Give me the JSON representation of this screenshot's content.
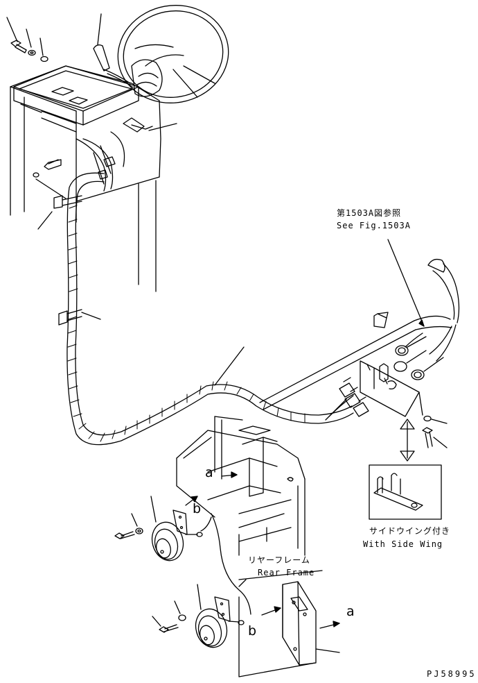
{
  "callouts": {
    "see_fig_jp": "第1503A図参照",
    "see_fig_en": "See Fig.1503A",
    "side_wing_jp": "サイドウイング付き",
    "side_wing_en": "With Side Wing",
    "rear_frame_jp": "リヤーフレーム",
    "rear_frame_en": "Rear Frame",
    "letter_a_top": "a",
    "letter_b_top": "b",
    "letter_b_bottom": "b",
    "letter_a_bottom": "a"
  },
  "drawing_number": "PJ58995"
}
